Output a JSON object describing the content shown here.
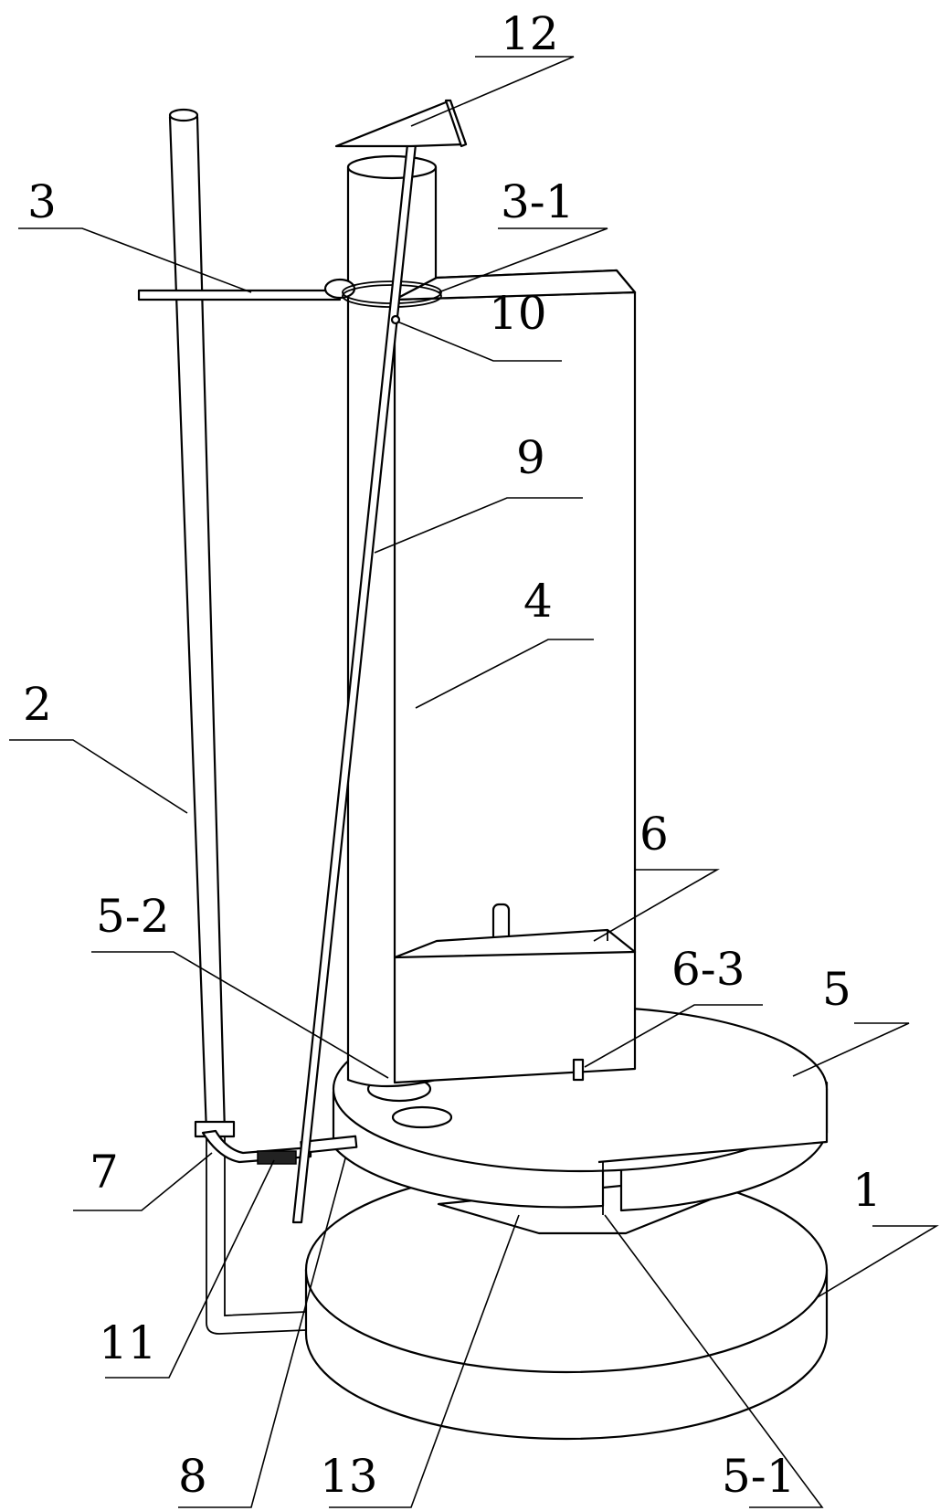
{
  "labels": {
    "l1": "1",
    "l2": "2",
    "l3": "3",
    "l3_1": "3-1",
    "l4": "4",
    "l5": "5",
    "l5_1": "5-1",
    "l5_2": "5-2",
    "l6": "6",
    "l6_3": "6-3",
    "l7": "7",
    "l8": "8",
    "l9": "9",
    "l10": "10",
    "l11": "11",
    "l12": "12",
    "l13": "13"
  }
}
